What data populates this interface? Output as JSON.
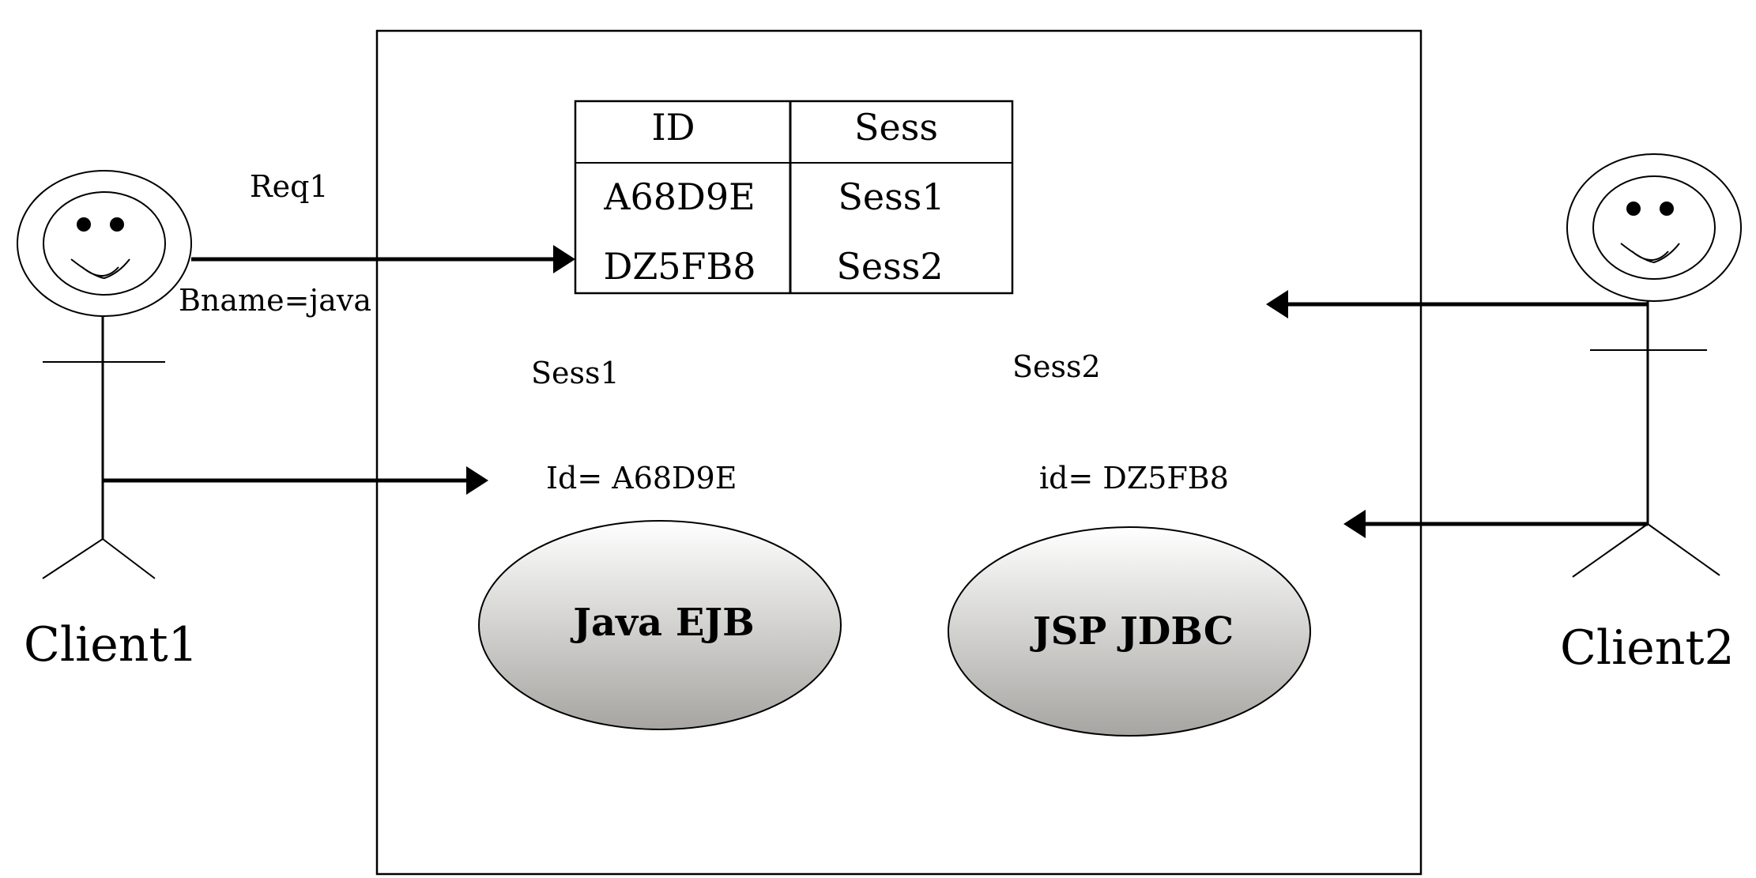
{
  "clients": {
    "left": {
      "label": "Client1"
    },
    "right": {
      "label": "Client2"
    }
  },
  "request": {
    "label": "Req1",
    "param": "Bname=java"
  },
  "session_table": {
    "headers": [
      "ID",
      "Sess"
    ],
    "rows": [
      [
        "A68D9E",
        "Sess1"
      ],
      [
        "DZ5FB8",
        "Sess2"
      ]
    ]
  },
  "sessions": [
    {
      "name": "Sess1",
      "id_label": "Id= A68D9E",
      "content": "Java EJB"
    },
    {
      "name": "Sess2",
      "id_label": "id= DZ5FB8",
      "content": "JSP JDBC"
    }
  ]
}
